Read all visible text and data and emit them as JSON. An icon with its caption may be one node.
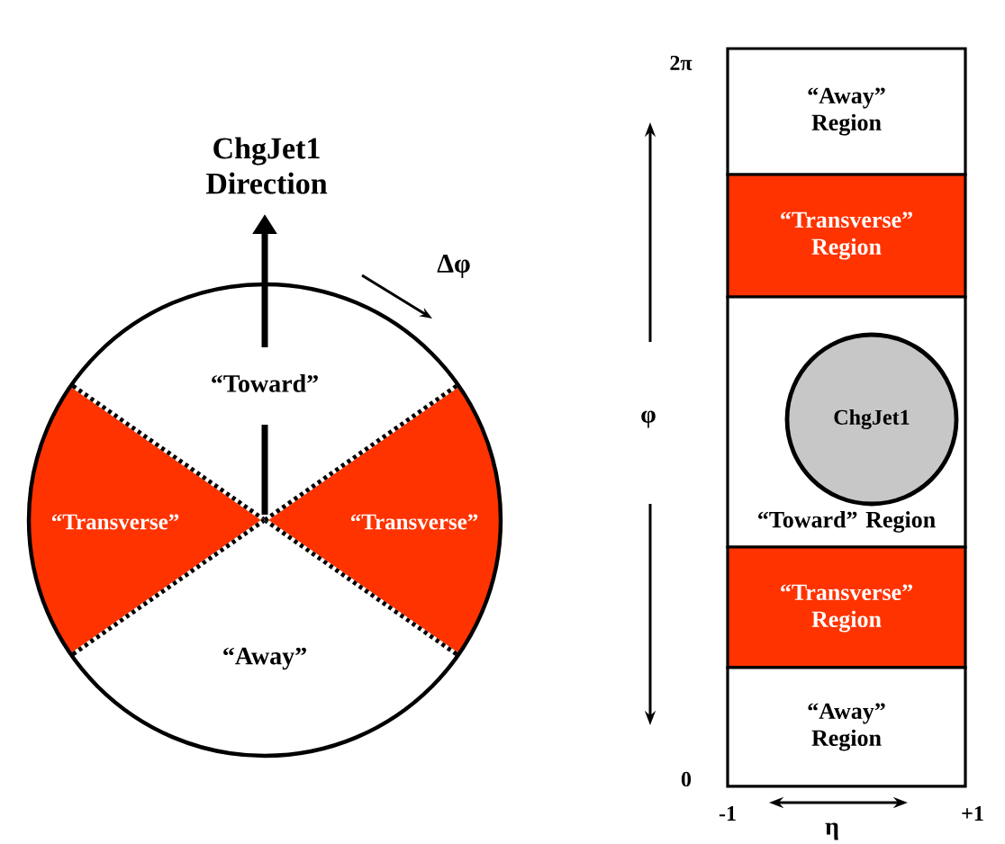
{
  "diagram": {
    "nodes": [
      {
        "text": [],
        "shape": "circle"
      },
      {
        "text": [
          "“Toward”"
        ],
        "in": 0
      },
      {
        "text": [
          "“Transverse”"
        ],
        "in": 0
      },
      {
        "text": [
          "“Transverse”"
        ],
        "in": 0
      },
      {
        "text": [
          "“Away”"
        ],
        "in": 0
      },
      {
        "text": [
          "“Away” Region"
        ]
      },
      {
        "text": [
          "“Transverse” Region"
        ]
      },
      {
        "text": [
          "“Toward” Region"
        ]
      },
      {
        "text": [
          "“Transverse” Region"
        ]
      },
      {
        "text": [
          "“Away” Region"
        ]
      },
      {
        "text": [
          "ChgJet1"
        ],
        "in": 7
      }
    ],
    "labels": [
      "ChgJet1 Direction",
      "Δφ",
      "2π",
      "φ",
      "0",
      "-1",
      "+1",
      "η"
    ]
  }
}
